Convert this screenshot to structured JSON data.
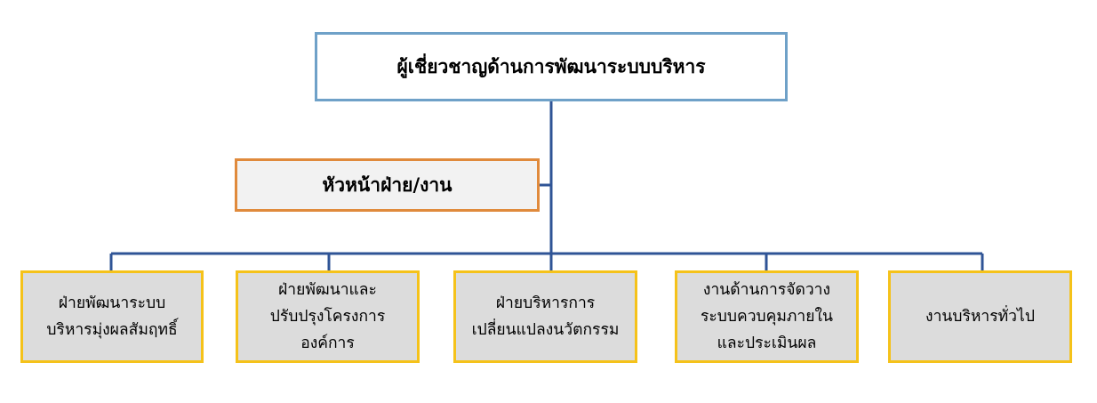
{
  "org_chart": {
    "root": {
      "label": "ผู้เชี่ยวชาญด้านการพัฒนาระบบบริหาร",
      "border_color": "#6fa1c8"
    },
    "assistant": {
      "label": "หัวหน้าฝ่าย/งาน",
      "border_color": "#e08a3c",
      "fill_color": "#f2f2f2"
    },
    "units": [
      {
        "label": "ฝ่ายพัฒนาระบบ\nบริหารมุ่งผลสัมฤทธิ์"
      },
      {
        "label": "ฝ่ายพัฒนาและ\nปรับปรุงโครงการ\nองค์การ"
      },
      {
        "label": "ฝ่ายบริหารการ\nเปลี่ยนแปลงนวัตกรรม"
      },
      {
        "label": "งานด้านการจัดวาง\nระบบควบคุมภายใน\nและประเมินผล"
      },
      {
        "label": "งานบริหารทั่วไป"
      }
    ],
    "unit_border_color": "#f5c21a",
    "unit_fill_color": "#dcdcdc",
    "connector_color": "#2f5496"
  }
}
